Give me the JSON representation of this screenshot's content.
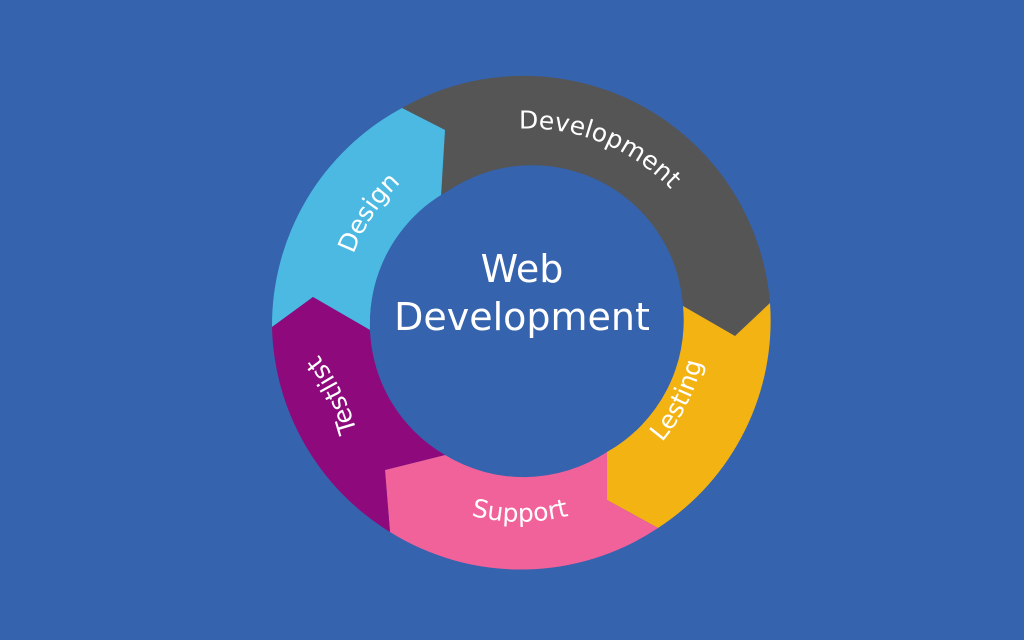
{
  "diagram": {
    "background_color": "#3563ae",
    "center": {
      "line1": "Web",
      "line2": "Development"
    },
    "segments": [
      {
        "id": "design",
        "label": "Design",
        "color": "#4bb9e2"
      },
      {
        "id": "development",
        "label": "Development",
        "color": "#555555"
      },
      {
        "id": "testing",
        "label": "Lesting",
        "color": "#f3b312"
      },
      {
        "id": "support",
        "label": "Support",
        "color": "#f2629a"
      },
      {
        "id": "testlist",
        "label": "Testlist",
        "color": "#8e0a7c"
      }
    ]
  }
}
